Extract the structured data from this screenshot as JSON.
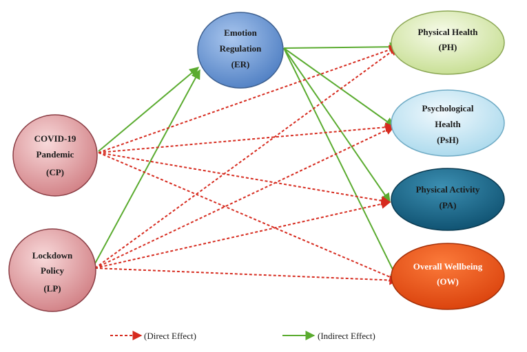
{
  "nodes": {
    "er": {
      "lines": [
        "Emotion",
        "Regulation",
        "(ER)"
      ]
    },
    "cp": {
      "lines": [
        "COVID-19",
        "Pandemic",
        "(CP)"
      ]
    },
    "lp": {
      "lines": [
        "Lockdown",
        "Policy",
        "(LP)"
      ]
    },
    "ph": {
      "lines": [
        "Physical Health",
        "(PH)"
      ]
    },
    "psh": {
      "lines": [
        "Psychological",
        "Health",
        "(PsH)"
      ]
    },
    "pa": {
      "lines": [
        "Physical Activity",
        "(PA)"
      ]
    },
    "ow": {
      "lines": [
        "Overall Wellbeing",
        "(OW)"
      ]
    }
  },
  "edges": [
    {
      "from": "cp",
      "to": "er",
      "type": "indirect"
    },
    {
      "from": "lp",
      "to": "er",
      "type": "indirect"
    },
    {
      "from": "er",
      "to": "ph",
      "type": "indirect"
    },
    {
      "from": "er",
      "to": "psh",
      "type": "indirect"
    },
    {
      "from": "er",
      "to": "pa",
      "type": "indirect"
    },
    {
      "from": "er",
      "to": "ow",
      "type": "indirect"
    },
    {
      "from": "cp",
      "to": "ph",
      "type": "direct"
    },
    {
      "from": "cp",
      "to": "psh",
      "type": "direct"
    },
    {
      "from": "cp",
      "to": "pa",
      "type": "direct"
    },
    {
      "from": "cp",
      "to": "ow",
      "type": "direct"
    },
    {
      "from": "lp",
      "to": "ph",
      "type": "direct"
    },
    {
      "from": "lp",
      "to": "psh",
      "type": "direct"
    },
    {
      "from": "lp",
      "to": "pa",
      "type": "direct"
    },
    {
      "from": "lp",
      "to": "ow",
      "type": "direct"
    }
  ],
  "legend": {
    "direct_label": "(Direct Effect)",
    "indirect_label": "(Indirect Effect)"
  },
  "colors": {
    "direct": "#d62a1e",
    "indirect": "#5aab2f"
  }
}
